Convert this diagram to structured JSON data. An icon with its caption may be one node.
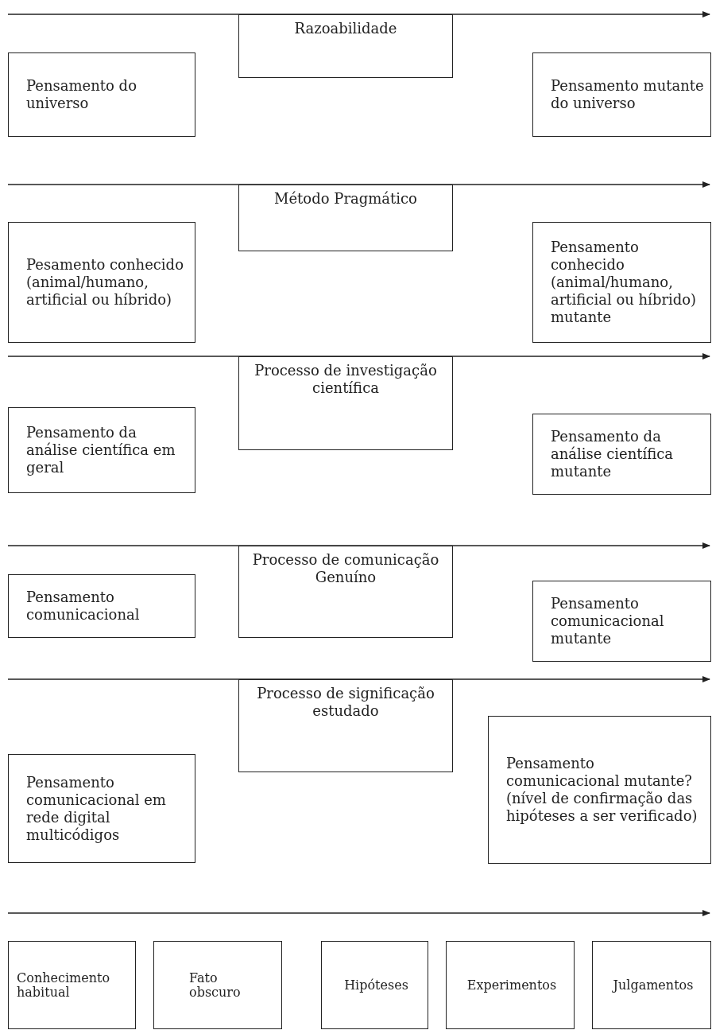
{
  "diagram": {
    "nodes": [
      {
        "text": [
          "Razoabilidade"
        ]
      },
      {
        "text": [
          "Pensamento do universo"
        ]
      },
      {
        "text": [
          "Pensamento mutante do universo"
        ]
      },
      {
        "text": [
          "Método Pragmático"
        ]
      },
      {
        "text": [
          "Pesamento conhecido (animal/humano, artificial ou híbrido)"
        ]
      },
      {
        "text": [
          "Pensamento conhecido (animal/humano, artificial ou híbrido) mutante"
        ]
      },
      {
        "text": [
          "Processo de investigação científica"
        ]
      },
      {
        "text": [
          "Pensamento da análise científica em geral"
        ]
      },
      {
        "text": [
          "Pensamento da análise científica mutante"
        ]
      },
      {
        "text": [
          "Processo de comunicação Genuíno"
        ]
      },
      {
        "text": [
          "Pensamento comunicacional"
        ]
      },
      {
        "text": [
          "Pensamento comunicacional mutante"
        ]
      },
      {
        "text": [
          "Processo de significação estudado"
        ]
      },
      {
        "text": [
          "Pensamento comunicacional mutante? (nível de confirmação das hipóteses a ser verificado)"
        ]
      },
      {
        "text": [
          "Pensamento comunicacional em rede digital multicódigos"
        ]
      },
      {
        "text": [
          "Conhecimento habitual"
        ]
      },
      {
        "text": [
          "Fato obscuro"
        ]
      },
      {
        "text": [
          "Hipóteses"
        ]
      },
      {
        "text": [
          "Experimentos"
        ]
      },
      {
        "text": [
          "Julgamentos"
        ]
      }
    ]
  }
}
